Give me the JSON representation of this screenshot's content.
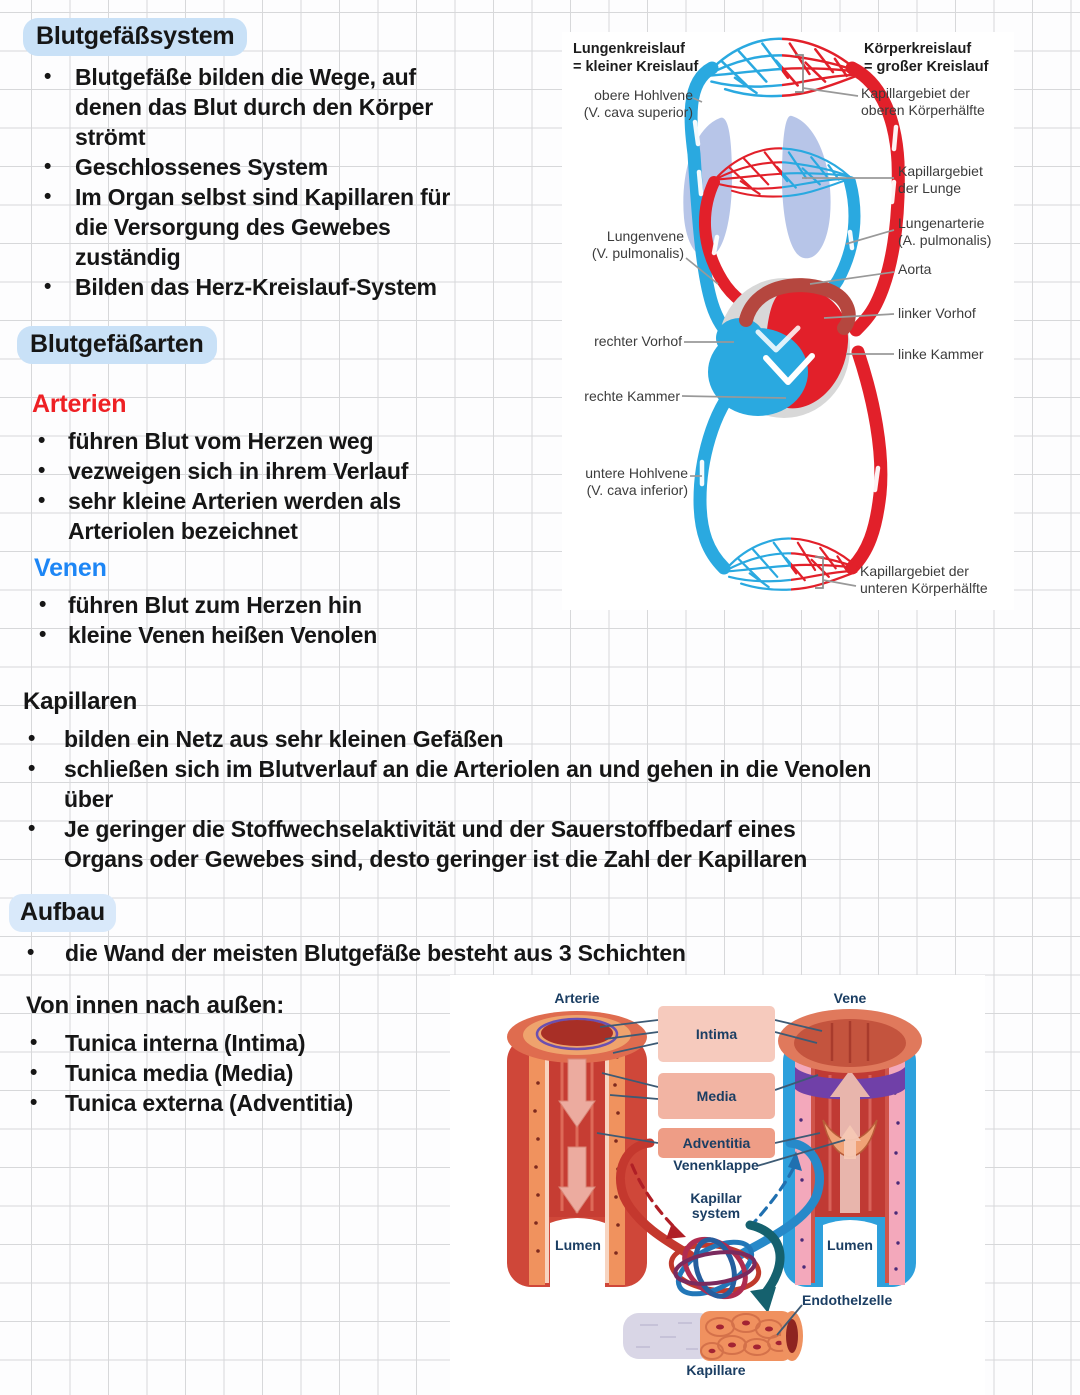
{
  "notes": {
    "blutgefaesssystem": {
      "title": "Blutgefäßsystem",
      "bullets": [
        [
          "Blutgefäße bilden die Wege, auf",
          "denen das Blut durch den Körper",
          "strömt"
        ],
        [
          "Geschlossenes System"
        ],
        [
          "Im Organ selbst sind Kapillaren für",
          "die Versorgung des Gewebes",
          "zuständig"
        ],
        [
          "Bilden das Herz-Kreislauf-System"
        ]
      ]
    },
    "blutgefaessarten": {
      "title": "Blutgefäßarten"
    },
    "arterien": {
      "title": "Arterien",
      "bullets": [
        [
          "führen Blut vom Herzen weg"
        ],
        [
          "vezweigen sich in ihrem Verlauf"
        ],
        [
          "sehr kleine Arterien werden als",
          "Arteriolen bezeichnet"
        ]
      ]
    },
    "venen": {
      "title": "Venen",
      "bullets": [
        [
          "führen Blut zum Herzen hin"
        ],
        [
          "kleine Venen heißen Venolen"
        ]
      ]
    },
    "kapillaren": {
      "title": "Kapillaren",
      "bullets": [
        [
          "bilden ein Netz aus sehr kleinen Gefäßen"
        ],
        [
          "schließen sich im Blutverlauf an die Arteriolen an und gehen in die Venolen",
          "über"
        ],
        [
          "Je geringer die Stoffwechselaktivität und der Sauerstoffbedarf eines",
          "Organs oder Gewebes sind, desto geringer ist die Zahl der Kapillaren"
        ]
      ]
    },
    "aufbau": {
      "title": "Aufbau",
      "bullets": [
        [
          "die Wand der meisten Blutgefäße besteht aus 3 Schichten"
        ]
      ]
    },
    "schichten": {
      "title": "Von innen nach außen:",
      "bullets": [
        [
          "Tunica interna (Intima)"
        ],
        [
          "Tunica media (Media)"
        ],
        [
          "Tunica externa (Adventitia)"
        ]
      ]
    }
  },
  "circulation_diagram": {
    "title_left": [
      "Lungenkreislauf",
      "= kleiner Kreislauf"
    ],
    "title_right": [
      "Körperkreislauf",
      "= großer Kreislauf"
    ],
    "labels": {
      "obere_hohlvene": [
        "obere Hohlvene",
        "(V. cava superior)"
      ],
      "kapillargebiet_oben": [
        "Kapillargebiet der",
        "oberen Körperhälfte"
      ],
      "kapillargebiet_lunge": [
        "Kapillargebiet",
        "der Lunge"
      ],
      "lungenarterie": [
        "Lungenarterie",
        "(A. pulmonalis)"
      ],
      "lungenvene": [
        "Lungenvene",
        "(V. pulmonalis)"
      ],
      "aorta": [
        "Aorta"
      ],
      "linker_vorhof": [
        "linker Vorhof"
      ],
      "linke_kammer": [
        "linke Kammer"
      ],
      "rechter_vorhof": [
        "rechter Vorhof"
      ],
      "rechte_kammer": [
        "rechte Kammer"
      ],
      "untere_hohlvene": [
        "untere Hohlvene",
        "(V. cava inferior)"
      ],
      "kapillargebiet_unten": [
        "Kapillargebiet der",
        "unteren Körperhälfte"
      ]
    }
  },
  "vessel_diagram": {
    "arterie": "Arterie",
    "vene": "Vene",
    "intima": "Intima",
    "media": "Media",
    "adventitia": "Adventitia",
    "venenklappe": "Venenklappe",
    "kapillarsystem": [
      "Kapillar",
      "system"
    ],
    "lumen_links": "Lumen",
    "lumen_rechts": "Lumen",
    "endothelzelle": "Endothelzelle",
    "kapillare": "Kapillare"
  },
  "colors": {
    "highlight_blue": "#c9e1f7",
    "heading_red": "#ee2024",
    "heading_blue": "#1d86f5",
    "artery_red": "#e2202a",
    "vein_blue": "#2aa9e0",
    "diagram_label_navy": "#1b3e63"
  }
}
